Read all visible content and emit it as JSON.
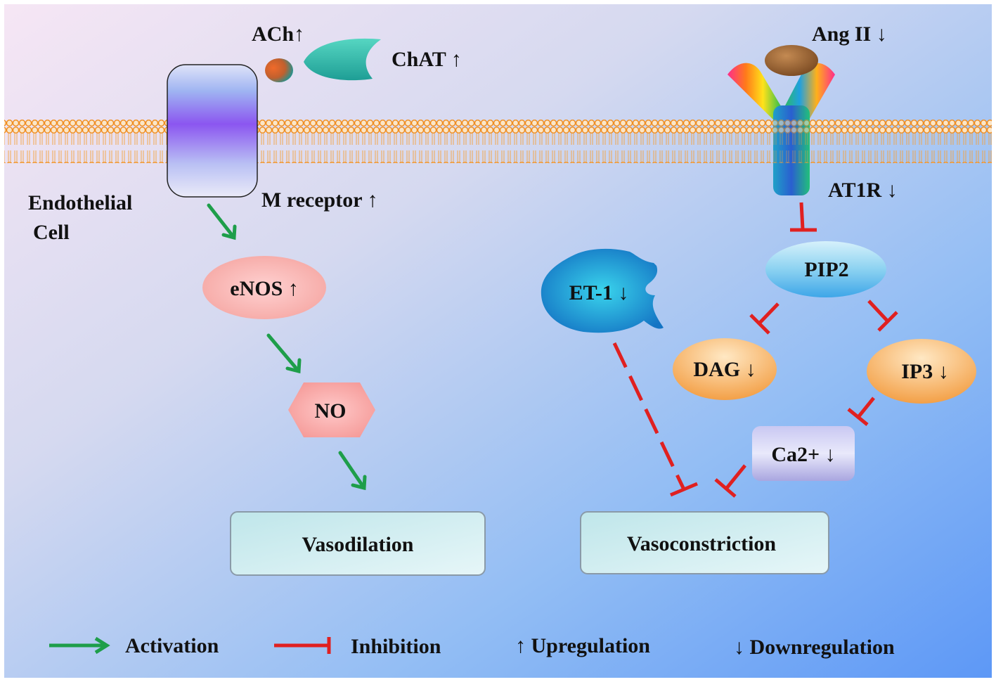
{
  "labels": {
    "ach": "ACh↑",
    "chat": "ChAT ↑",
    "ang2": "Ang II ↓",
    "endothelial_line1": "Endothelial",
    "endothelial_line2": "Cell",
    "m_receptor": "M receptor ↑",
    "at1r": "AT1R ↓",
    "enos": "eNOS ↑",
    "no": "NO",
    "pip2": "PIP2",
    "et1": "ET-1 ↓",
    "dag": "DAG ↓",
    "ip3": "IP3 ↓",
    "ca2": "Ca2+ ↓",
    "vasodilation": "Vasodilation",
    "vasoconstriction": "Vasoconstriction"
  },
  "legend": {
    "activation": "Activation",
    "inhibition": "Inhibition",
    "upregulation": "↑ Upregulation",
    "downregulation": "↓ Downregulation"
  },
  "colors": {
    "activation": "#1e9e4a",
    "inhibition": "#e02020",
    "membrane": "#f4a23c",
    "background_left": "#f3e4f3",
    "background_right": "#6aa3f5"
  }
}
